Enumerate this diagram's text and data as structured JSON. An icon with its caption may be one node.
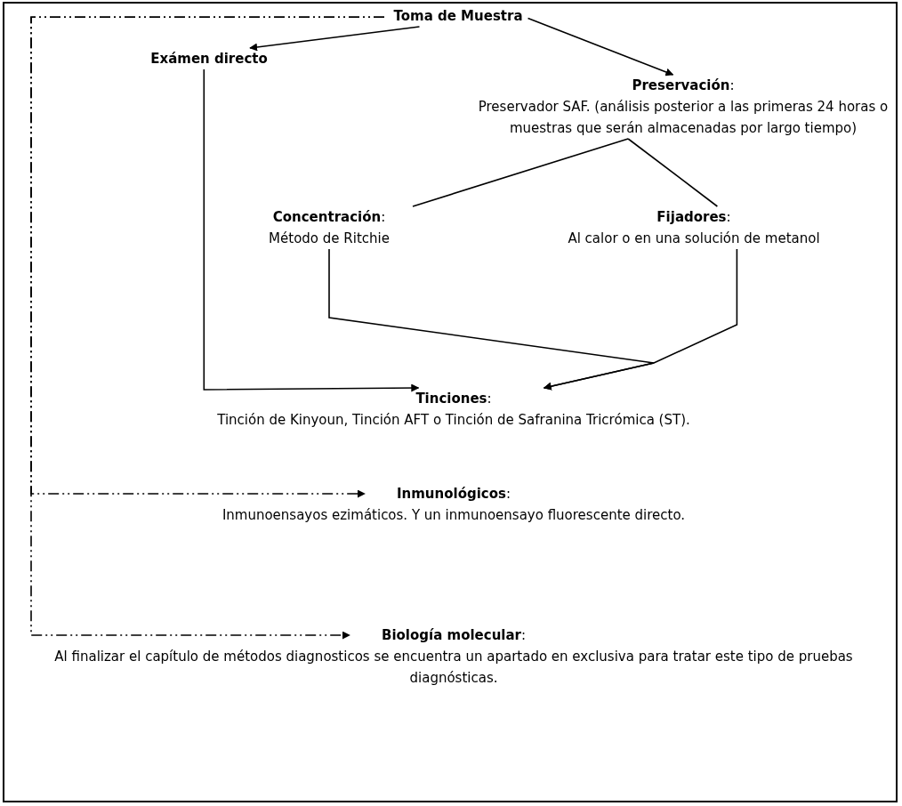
{
  "diagram": {
    "nodes": [
      {
        "text": [
          "Toma de Muestra"
        ]
      },
      {
        "text": [
          "Exámen directo"
        ]
      },
      {
        "text": [
          "**Preservación**:",
          "Preservador  SAF. (análisis posterior a las primeras 24 horas o muestras que serán  almacenadas por largo tiempo)"
        ]
      },
      {
        "text": [
          "**Concentración**:",
          "Método de Ritchie"
        ]
      },
      {
        "text": [
          "**Fijadores**:",
          "Al calor o en una solución de metanol"
        ]
      },
      {
        "text": [
          "**Tinciones**:",
          "Tinción de Kinyoun, Tinción  AFT o Tinción de Safranina Tricrómica (ST)."
        ]
      },
      {
        "text": [
          "**Inmunológicos**:",
          "Inmunoensayos ezimáticos. Y un inmunoensayo fluorescente directo."
        ]
      },
      {
        "text": [
          "**Biología molecular**:",
          "Al finalizar el capítulo de métodos diagnosticos se encuentra un apartado en exclusiva para tratar este tipo de pruebas diagnósticas."
        ]
      }
    ],
    "edges": [
      {
        "from": 0,
        "to": 1,
        "arrow": "to"
      },
      {
        "from": 0,
        "to": 2,
        "arrow": "to"
      },
      {
        "from": 2,
        "to": 3,
        "arrow": "none"
      },
      {
        "from": 2,
        "to": 4,
        "arrow": "none"
      },
      {
        "from": 3,
        "to": 5,
        "arrow": "to"
      },
      {
        "from": 4,
        "to": 5,
        "arrow": "to"
      },
      {
        "from": 1,
        "to": 5,
        "arrow": "to"
      },
      {
        "from": 0,
        "to": 6,
        "arrow": "to",
        "style": "dashed"
      },
      {
        "from": 0,
        "to": 7,
        "arrow": "to",
        "style": "dashed"
      }
    ]
  }
}
